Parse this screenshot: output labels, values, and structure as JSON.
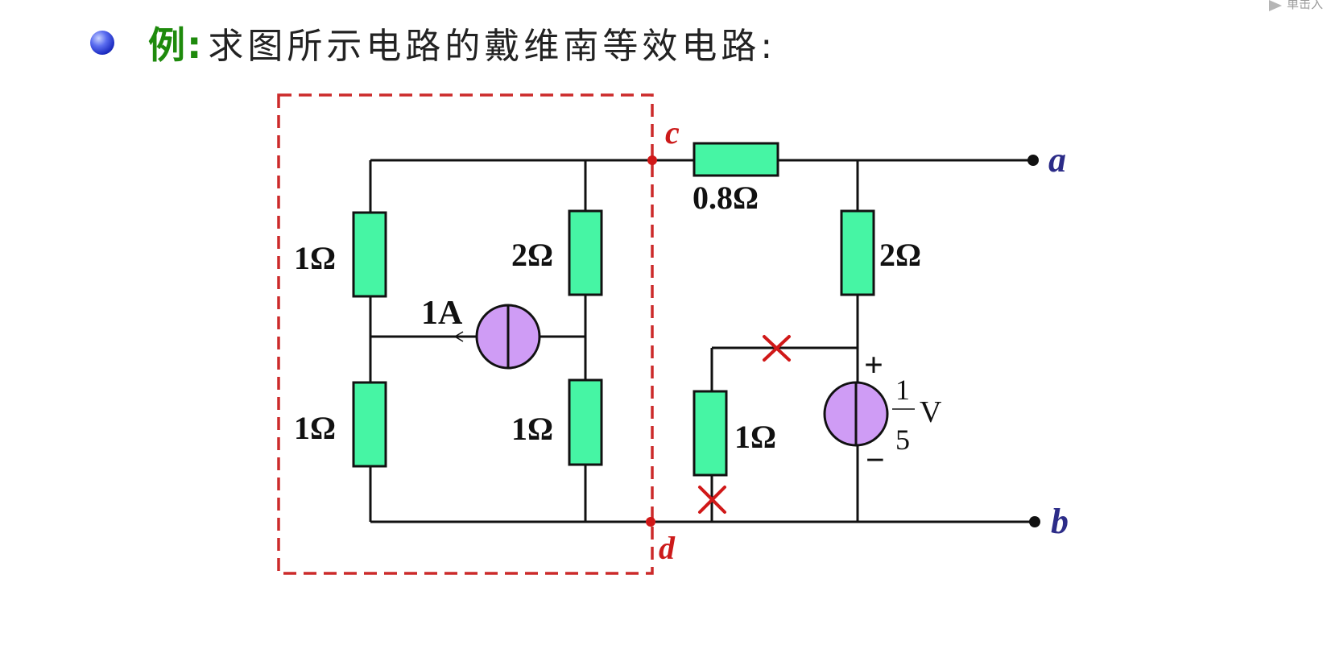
{
  "header": {
    "example_label": "例:",
    "title": "求图所示电路的戴维南等效电路:",
    "corner_text": "单击入"
  },
  "circuit": {
    "nodes": {
      "a": "a",
      "b": "b",
      "c": "c",
      "d": "d"
    },
    "resistors": {
      "r_left_top": "1Ω",
      "r_left_bottom": "1Ω",
      "r_mid_top": "2Ω",
      "r_mid_bottom": "1Ω",
      "r_series_top": "0.8Ω",
      "r_right_top": "2Ω",
      "r_right_bottom": "1Ω"
    },
    "current_source": "1A",
    "voltage_source": {
      "plus": "+",
      "minus": "−",
      "numerator": "1",
      "denominator": "5",
      "unit": "V"
    },
    "colors": {
      "resistor_fill": "#46f5a4",
      "source_fill": "#cf9cf5",
      "wire": "#111111",
      "dashed_box": "#cc2a2a",
      "node_dot": "#d01818",
      "node_label_red": "#cc1a1a",
      "node_label_blue": "#2c2c88",
      "cross_mark": "#d01818",
      "title_green": "#1e8a0c"
    }
  }
}
